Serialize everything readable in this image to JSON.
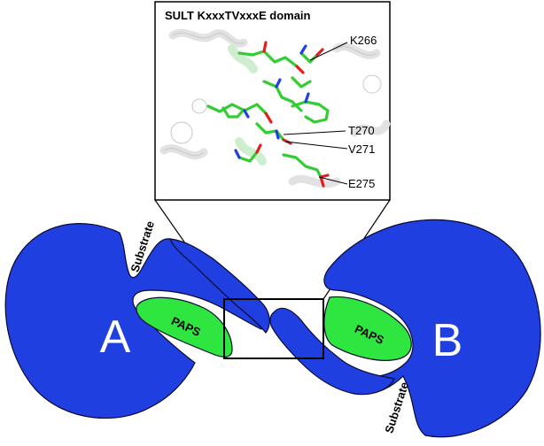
{
  "inset": {
    "title": "SULT KxxxTVxxxE domain",
    "residues": [
      "K266",
      "T270",
      "V271",
      "E275"
    ]
  },
  "monomer_a": {
    "label": "A",
    "cofactor": "PAPS",
    "pocket": "Substrate"
  },
  "monomer_b": {
    "label": "B",
    "cofactor": "PAPS",
    "pocket": "Substrate"
  },
  "colors": {
    "protein": "#1f3fe0",
    "cofactor": "#2ee63f",
    "carbon": "#33cc33",
    "oxygen": "#e02020",
    "nitrogen": "#2040e0",
    "ribbon": "#e8e8e8"
  }
}
